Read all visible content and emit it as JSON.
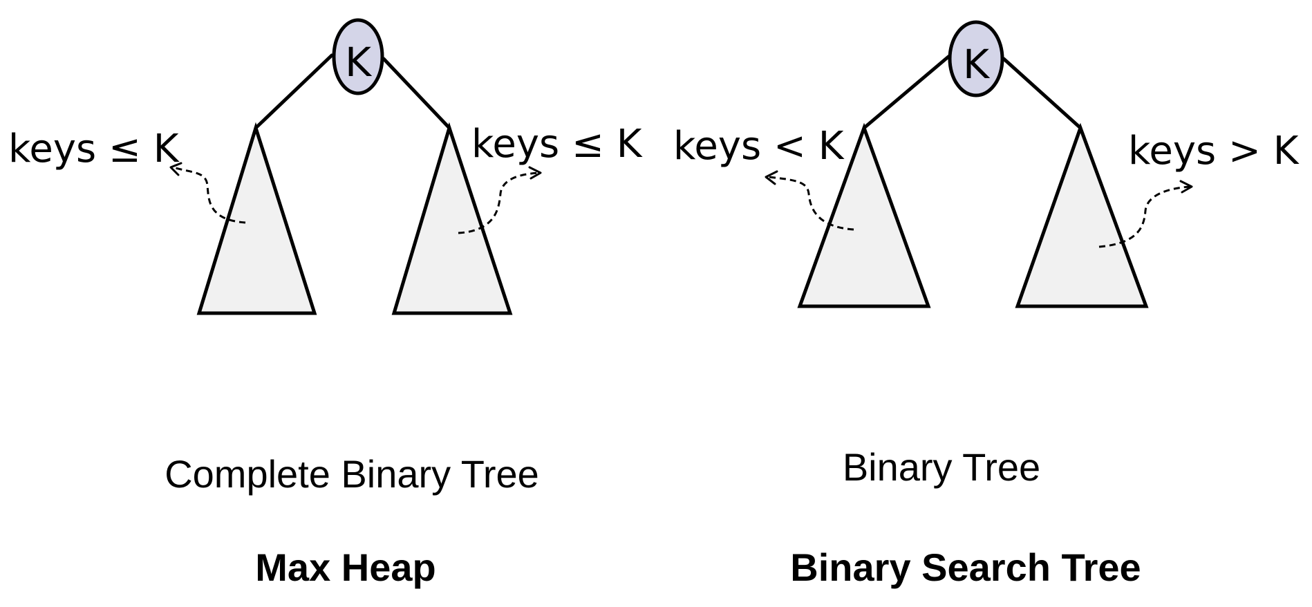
{
  "heap": {
    "root_label": "K",
    "left_label": "keys ≤ K",
    "right_label": "keys ≤ K",
    "caption": "Complete Binary Tree",
    "title": "Max Heap"
  },
  "bst": {
    "root_label": "K",
    "left_label": "keys < K",
    "right_label": "keys > K",
    "caption": "Binary Tree",
    "title": "Binary Search Tree"
  },
  "colors": {
    "node_fill": "#d4d5e8",
    "subtree_fill": "#f1f1f1",
    "stroke": "#000000"
  }
}
